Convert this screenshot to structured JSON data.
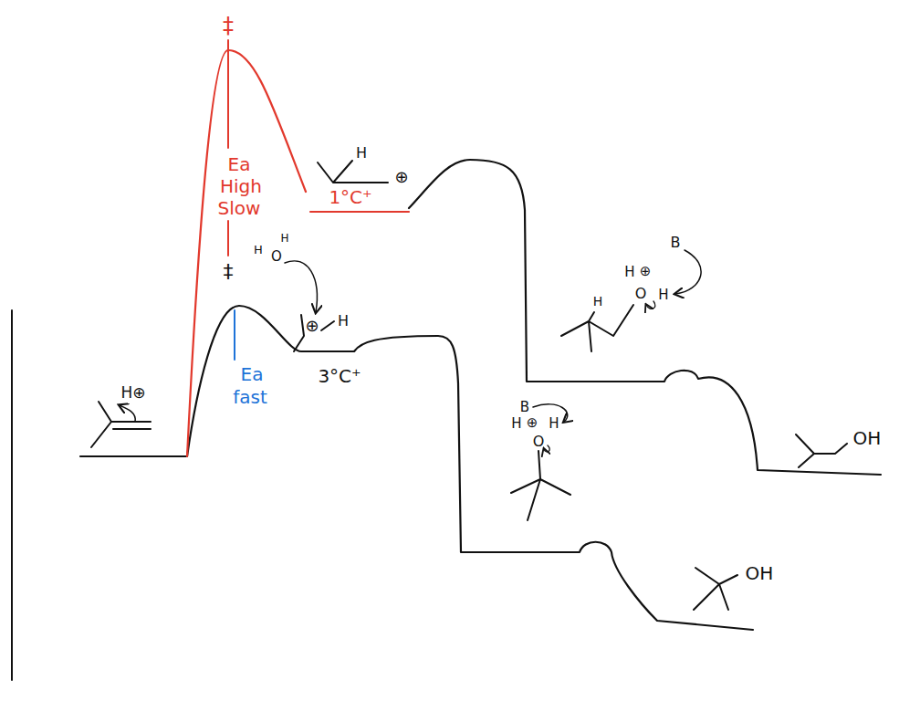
{
  "diagram": {
    "labels": [
      "‡",
      "Ea",
      "High",
      "Slow",
      "H",
      "⊕",
      "1°C⁺",
      "‡",
      "H",
      "O",
      "H",
      "⊕",
      "H",
      "3°C⁺",
      "Ea",
      "fast",
      "H⊕",
      "B",
      "H",
      "⊕",
      "O",
      "H",
      "H",
      "B",
      "H",
      "⊕",
      "H",
      "O",
      "OH",
      "OH"
    ]
  }
}
